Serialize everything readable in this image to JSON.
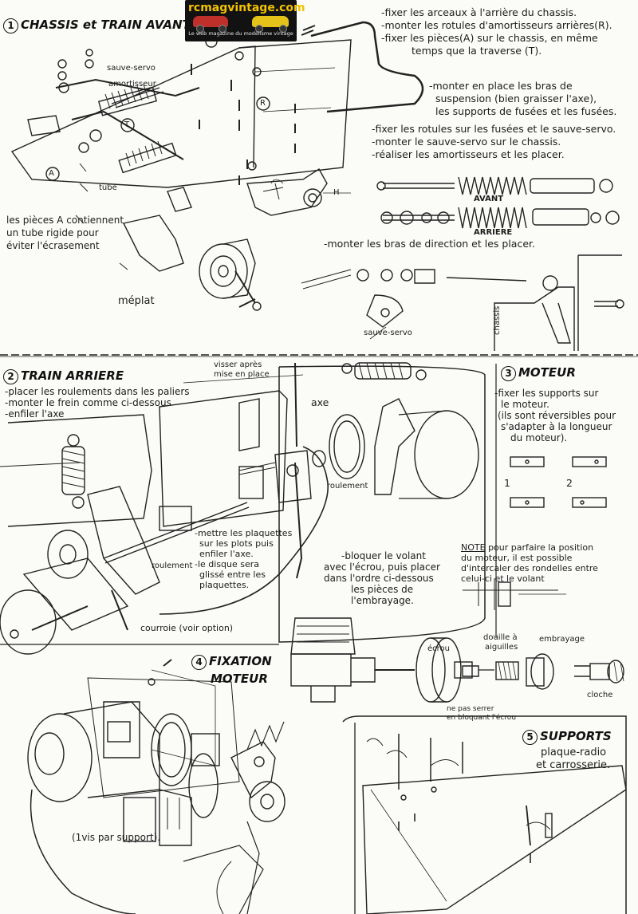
{
  "logo": {
    "brand": "rcmagvintage.com",
    "tagline": "Le web magazine du modélisme vintage"
  },
  "section1": {
    "number": "1",
    "title": "CHASSIS et TRAIN AVANT",
    "instructions_top": [
      "-fixer les arceaux à l'arrière du chassis.",
      "-monter les rotules d'amortisseurs arrières(R).",
      "-fixer les pièces(A) sur le chassis, en même",
      "temps que la traverse (T)."
    ],
    "instructions_mid": [
      "-monter en place les bras de",
      "suspension (bien graisser l'axe),",
      "les supports de fusées et les fusées."
    ],
    "instructions_low": [
      "-fixer les rotules sur les fusées et le sauve-servo.",
      "-monter le sauve-servo sur le chassis.",
      "-réaliser les amortisseurs et les placer."
    ],
    "label_sauve_servo": "sauve-servo",
    "label_amortisseur": "amortisseur",
    "label_A": "A",
    "label_T": "T",
    "label_R": "R",
    "label_tube": "tube",
    "label_H": "H",
    "note_pieces_a": [
      "les pièces A contiennent",
      "un tube rigide pour",
      "éviter l'écrasement"
    ],
    "label_meplat": "méplat",
    "label_avant": "AVANT",
    "label_arriere": "ARRIERE",
    "instruction_direction": "-monter les bras de direction et les placer.",
    "label_sauve_servo_bottom": "sauve-servo",
    "label_chassis": "chassis"
  },
  "section2": {
    "number": "2",
    "title": "TRAIN ARRIERE",
    "instructions": [
      "-placer les roulements dans les paliers",
      "-monter le frein comme ci-dessous",
      "-enfiler l'axe"
    ],
    "label_visser": [
      "visser après",
      "mise en place"
    ],
    "label_axe": "axe",
    "label_roulement_right": "roulement",
    "label_roulement_left": "roulement",
    "note_plaquettes": [
      "-mettre les plaquettes",
      "sur les plots puis",
      "enfiler l'axe.",
      "-le disque sera",
      "glissé entre les",
      "plaquettes."
    ],
    "label_courroie": "courroie (voir option)"
  },
  "section3": {
    "number": "3",
    "title": "MOTEUR",
    "instructions": [
      "-fixer les supports sur",
      "le moteur.",
      "(ils sont réversibles pour",
      "s'adapter à la longueur",
      "du moteur)."
    ],
    "label_1": "1",
    "label_2": "2",
    "note_title": "NOTE",
    "note_text": [
      "pour parfaire la position",
      "du moteur, il est possible",
      "d'intercaler des rondelles entre",
      "celui-ci et le volant"
    ],
    "embrayage_text": [
      "-bloquer le volant",
      "avec l'écrou, puis placer",
      "dans l'ordre ci-dessous",
      "les pièces de",
      "l'embrayage."
    ],
    "label_douille": [
      "douille à",
      "aiguilles"
    ],
    "label_embrayage": "embrayage",
    "label_ecrou": "écrou",
    "label_cloche": "cloche",
    "note_serrer": [
      "ne pas serrer",
      "en bloquant l'écrou"
    ]
  },
  "section4": {
    "number": "4",
    "title": "FIXATION",
    "title2": "MOTEUR",
    "label_vis": "(1vis par support)."
  },
  "section5": {
    "number": "5",
    "title": "SUPPORTS",
    "subtitle": [
      "plaque-radio",
      "et carrosserie."
    ]
  }
}
